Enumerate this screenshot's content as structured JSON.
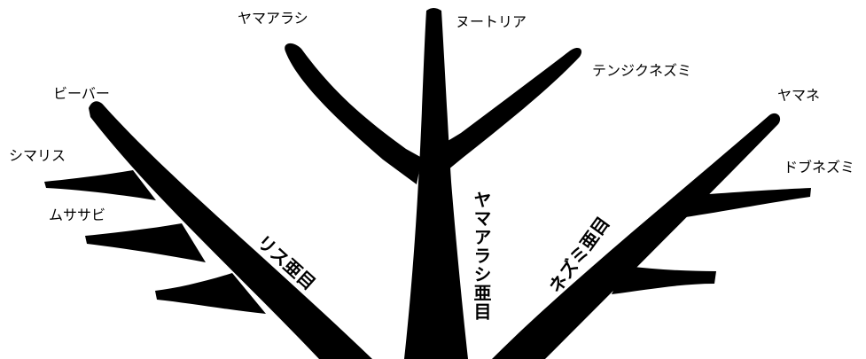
{
  "colors": {
    "branch": "#000000",
    "background": "#ffffff"
  },
  "tree": {
    "center": {
      "leaves": {
        "left": "ヤマアラシ",
        "top": "ヌートリア",
        "right": "テンジクネズミ"
      },
      "group": "ヤマアラシ亜目"
    },
    "left": {
      "leaves": {
        "tip": "ビーバー",
        "b1": "シマリス",
        "b2": "ムササビ"
      },
      "group": "リス亜目"
    },
    "right": {
      "leaves": {
        "tip": "ヤマネ",
        "b1": "ドブネズミ"
      },
      "group": "ネズミ亜目"
    }
  }
}
